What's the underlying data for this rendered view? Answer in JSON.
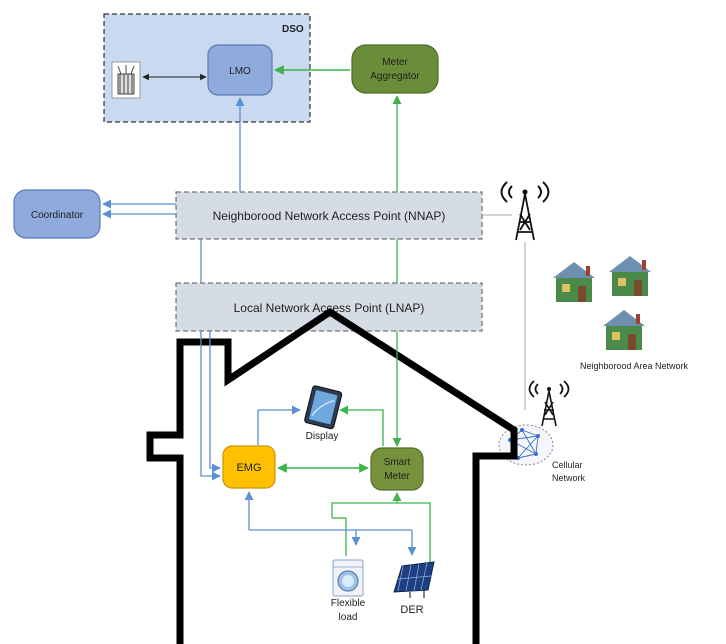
{
  "dso": {
    "label": "DSO"
  },
  "lmo": {
    "label": "LMO"
  },
  "meter_aggregator": {
    "line1": "Meter",
    "line2": "Aggregator"
  },
  "coordinator": {
    "label": "Coordinator"
  },
  "nnap": {
    "label": "Neighborood Network Access Point (NNAP)"
  },
  "lnap": {
    "label": "Local Network Access Point (LNAP)"
  },
  "neighborhood": {
    "label": "Neighborood Area Network"
  },
  "display": {
    "label": "Display"
  },
  "emg": {
    "label": "EMG"
  },
  "smart_meter": {
    "line1": "Smart",
    "line2": "Meter"
  },
  "cellular": {
    "line1": "Cellular",
    "line2": "Network"
  },
  "flexible_load": {
    "line1": "Flexible",
    "line2": "load"
  },
  "der": {
    "label": "DER"
  },
  "colors": {
    "blue_arrow": "#5b8fd6",
    "green_arrow": "#3cb44b",
    "lmo_fill": "#8faadc",
    "aggregator_fill": "#6a8d3a",
    "emg_fill": "#ffc000",
    "smart_meter_fill": "#76923c",
    "dso_fill": "#c9d9f0",
    "access_point_fill": "#d6dce4"
  }
}
